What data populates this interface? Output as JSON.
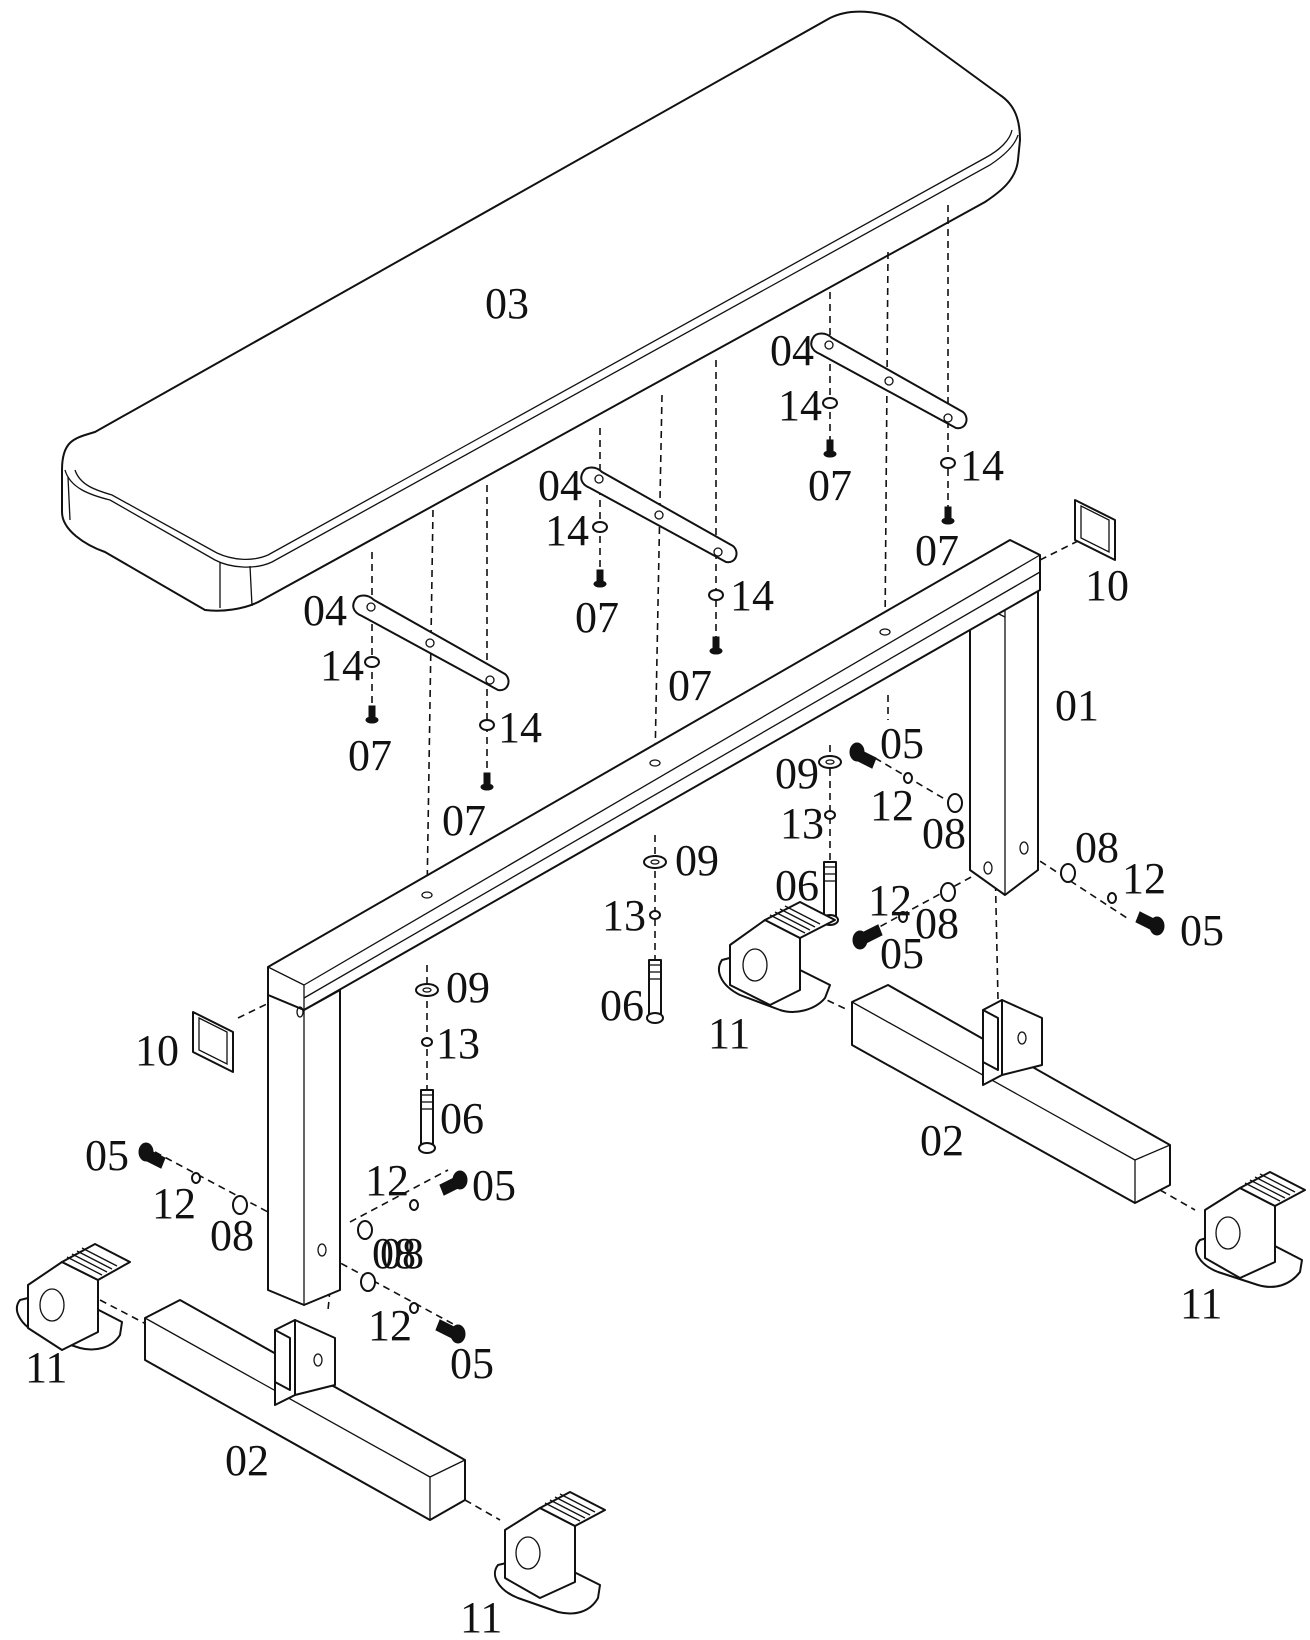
{
  "parts": [
    {
      "id": "01"
    },
    {
      "id": "02"
    },
    {
      "id": "03"
    },
    {
      "id": "04"
    },
    {
      "id": "05"
    },
    {
      "id": "06"
    },
    {
      "id": "07"
    },
    {
      "id": "08"
    },
    {
      "id": "09"
    },
    {
      "id": "10"
    },
    {
      "id": "11"
    },
    {
      "id": "12"
    },
    {
      "id": "13"
    },
    {
      "id": "14"
    }
  ],
  "callouts": [
    {
      "text": "03"
    },
    {
      "text": "04"
    },
    {
      "text": "04"
    },
    {
      "text": "04"
    },
    {
      "text": "14"
    },
    {
      "text": "14"
    },
    {
      "text": "14"
    },
    {
      "text": "14"
    },
    {
      "text": "14"
    },
    {
      "text": "14"
    },
    {
      "text": "07"
    },
    {
      "text": "07"
    },
    {
      "text": "07"
    },
    {
      "text": "07"
    },
    {
      "text": "07"
    },
    {
      "text": "07"
    },
    {
      "text": "10"
    },
    {
      "text": "10"
    },
    {
      "text": "01"
    },
    {
      "text": "05"
    },
    {
      "text": "05"
    },
    {
      "text": "05"
    },
    {
      "text": "05"
    },
    {
      "text": "05"
    },
    {
      "text": "05"
    },
    {
      "text": "09"
    },
    {
      "text": "09"
    },
    {
      "text": "09"
    },
    {
      "text": "13"
    },
    {
      "text": "13"
    },
    {
      "text": "13"
    },
    {
      "text": "06"
    },
    {
      "text": "06"
    },
    {
      "text": "06"
    },
    {
      "text": "12"
    },
    {
      "text": "12"
    },
    {
      "text": "12"
    },
    {
      "text": "12"
    },
    {
      "text": "12"
    },
    {
      "text": "12"
    },
    {
      "text": "08"
    },
    {
      "text": "08"
    },
    {
      "text": "08"
    },
    {
      "text": "08"
    },
    {
      "text": "08"
    },
    {
      "text": "08"
    },
    {
      "text": "11"
    },
    {
      "text": "11"
    },
    {
      "text": "11"
    },
    {
      "text": "11"
    },
    {
      "text": "02"
    },
    {
      "text": "02"
    }
  ]
}
